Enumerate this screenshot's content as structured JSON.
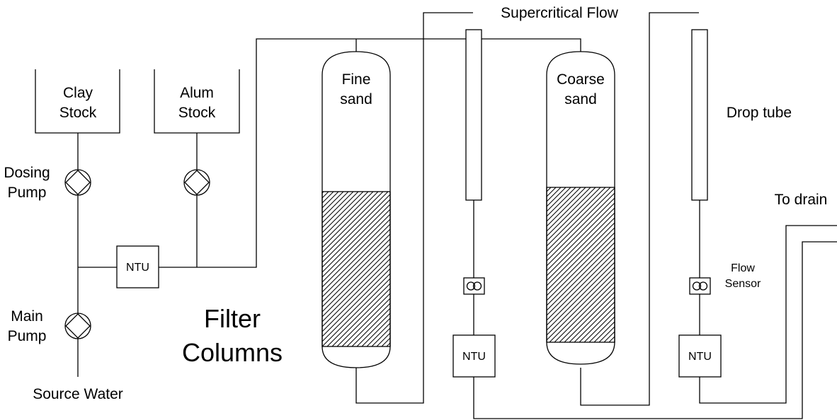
{
  "labels": {
    "clay_stock": [
      "Clay",
      "Stock"
    ],
    "alum_stock": [
      "Alum",
      "Stock"
    ],
    "dosing_pump": [
      "Dosing",
      "Pump"
    ],
    "main_pump": [
      "Main",
      "Pump"
    ],
    "source_water": "Source Water",
    "ntu": "NTU",
    "filter_columns": [
      "Filter",
      "Columns"
    ],
    "fine_sand": [
      "Fine",
      "sand"
    ],
    "coarse_sand": [
      "Coarse",
      "sand"
    ],
    "supercritical_flow": "Supercritical Flow",
    "drop_tube": "Drop tube",
    "to_drain": "To drain",
    "flow_sensor": [
      "Flow",
      "Sensor"
    ]
  }
}
